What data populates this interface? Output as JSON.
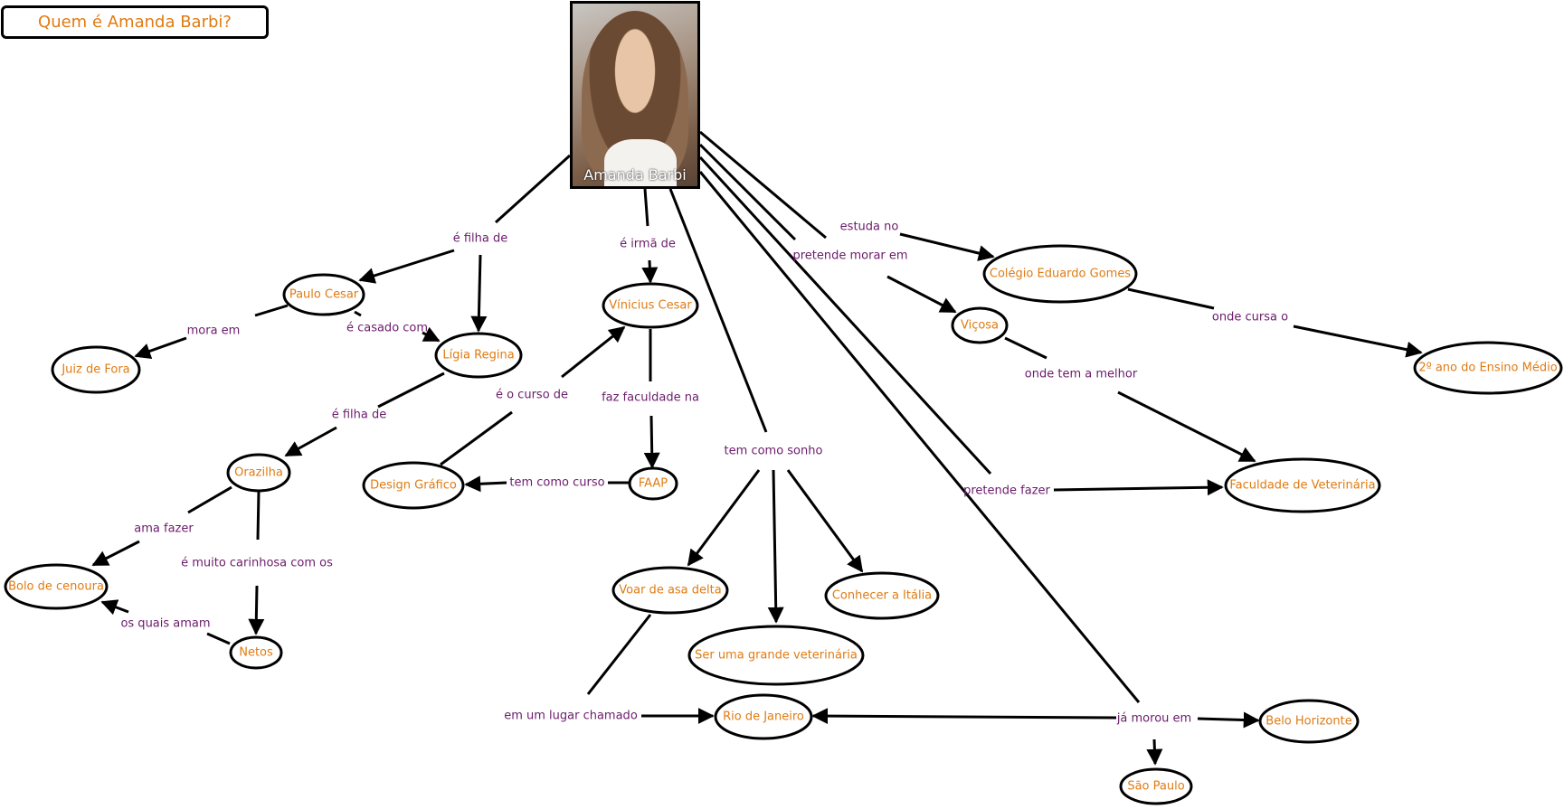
{
  "title": "Quem é Amanda Barbi?",
  "photo_caption": "Amanda Barbi",
  "concepts": {
    "paulo": "Paulo Cesar",
    "ligia": "Lígia Regina",
    "juiz": "Juiz de Fora",
    "orazilha": "Orazilha",
    "bolo": "Bolo de cenoura",
    "netos": "Netos",
    "vinicius": "Vínicius Cesar",
    "design": "Design Gráfico",
    "faap": "FAAP",
    "asa": "Voar de asa delta",
    "vet": "Ser uma grande veterinária",
    "italia": "Conhecer a Itália",
    "rio": "Rio de Janeiro",
    "colegio": "Colégio Eduardo Gomes",
    "medio": "2º ano do Ensino Médio",
    "vicosa": "Viçosa",
    "faculdade": "Faculdade de Veterinária",
    "bh": "Belo Horizonte",
    "sp": "São Paulo"
  },
  "links": {
    "filha": "é filha de",
    "irma": "é irmã de",
    "mora": "mora em",
    "casado": "é casado com",
    "filha2": "é filha de",
    "ama": "ama fazer",
    "carinhosa": "é muito carinhosa com os",
    "quais": "os quais amam",
    "curso_de": "é o curso de",
    "faz_fac": "faz faculdade na",
    "tem_curso": "tem como curso",
    "sonho": "tem como sonho",
    "lugar": "em um lugar chamado",
    "estuda": "estuda no",
    "pretende_morar": "pretende morar em",
    "onde_cursa": "onde cursa o",
    "melhor": "onde tem a melhor",
    "pretende_fazer": "pretende fazer",
    "morou": "já morou em"
  }
}
